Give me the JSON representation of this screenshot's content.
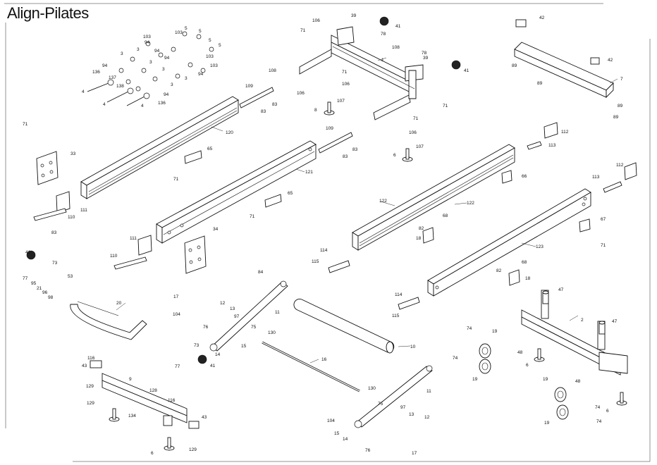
{
  "title": "Align-Pilates",
  "labels": [
    {
      "id": "l5a",
      "text": "5"
    },
    {
      "id": "l5b",
      "text": "5"
    },
    {
      "id": "l5c",
      "text": "5"
    },
    {
      "id": "l5d",
      "text": "5"
    },
    {
      "id": "l103a",
      "text": "103"
    },
    {
      "id": "l103b",
      "text": "103"
    },
    {
      "id": "l103c",
      "text": "103"
    },
    {
      "id": "l103d",
      "text": "103"
    },
    {
      "id": "l94a",
      "text": "94"
    },
    {
      "id": "l94b",
      "text": "94"
    },
    {
      "id": "l94c",
      "text": "94"
    },
    {
      "id": "l94d",
      "text": "94"
    },
    {
      "id": "l94e",
      "text": "94"
    },
    {
      "id": "l94f",
      "text": "94"
    },
    {
      "id": "l3a",
      "text": "3"
    },
    {
      "id": "l3b",
      "text": "3"
    },
    {
      "id": "l3c",
      "text": "3"
    },
    {
      "id": "l3d",
      "text": "3"
    },
    {
      "id": "l3e",
      "text": "3"
    },
    {
      "id": "l3f",
      "text": "3"
    },
    {
      "id": "l136a",
      "text": "136"
    },
    {
      "id": "l136b",
      "text": "136"
    },
    {
      "id": "l137",
      "text": "137"
    },
    {
      "id": "l138",
      "text": "138"
    },
    {
      "id": "l4a",
      "text": "4"
    },
    {
      "id": "l4b",
      "text": "4"
    },
    {
      "id": "l4c",
      "text": "4"
    },
    {
      "id": "l106a",
      "text": "106"
    },
    {
      "id": "l106b",
      "text": "106"
    },
    {
      "id": "l106c",
      "text": "106"
    },
    {
      "id": "l106d",
      "text": "106"
    },
    {
      "id": "l39a",
      "text": "39"
    },
    {
      "id": "l39b",
      "text": "39"
    },
    {
      "id": "l78a",
      "text": "78"
    },
    {
      "id": "l78b",
      "text": "78"
    },
    {
      "id": "l41a",
      "text": "41"
    },
    {
      "id": "l41b",
      "text": "41"
    },
    {
      "id": "l41c",
      "text": "41"
    },
    {
      "id": "l41d",
      "text": "41"
    },
    {
      "id": "l71a",
      "text": "71"
    },
    {
      "id": "l71b",
      "text": "71"
    },
    {
      "id": "l71c",
      "text": "71"
    },
    {
      "id": "l71d",
      "text": "71"
    },
    {
      "id": "l71e",
      "text": "71"
    },
    {
      "id": "l71f",
      "text": "71"
    },
    {
      "id": "l71g",
      "text": "71"
    },
    {
      "id": "l71h",
      "text": "71"
    },
    {
      "id": "l1",
      "text": "1"
    },
    {
      "id": "l42a",
      "text": "42"
    },
    {
      "id": "l42b",
      "text": "42"
    },
    {
      "id": "l7",
      "text": "7"
    },
    {
      "id": "l89a",
      "text": "89"
    },
    {
      "id": "l89b",
      "text": "89"
    },
    {
      "id": "l89c",
      "text": "89"
    },
    {
      "id": "l89d",
      "text": "89"
    },
    {
      "id": "l108a",
      "text": "108"
    },
    {
      "id": "l108b",
      "text": "108"
    },
    {
      "id": "l109a",
      "text": "109"
    },
    {
      "id": "l109b",
      "text": "109"
    },
    {
      "id": "l83a",
      "text": "83"
    },
    {
      "id": "l83b",
      "text": "83"
    },
    {
      "id": "l83c",
      "text": "83"
    },
    {
      "id": "l83d",
      "text": "83"
    },
    {
      "id": "l83e",
      "text": "83"
    },
    {
      "id": "l107a",
      "text": "107"
    },
    {
      "id": "l107b",
      "text": "107"
    },
    {
      "id": "l8",
      "text": "8"
    },
    {
      "id": "l6a",
      "text": "6"
    },
    {
      "id": "l120",
      "text": "120"
    },
    {
      "id": "l121",
      "text": "121"
    },
    {
      "id": "l122a",
      "text": "122"
    },
    {
      "id": "l122b",
      "text": "122"
    },
    {
      "id": "l123",
      "text": "123"
    },
    {
      "id": "l65a",
      "text": "65"
    },
    {
      "id": "l65b",
      "text": "65"
    },
    {
      "id": "l66",
      "text": "66"
    },
    {
      "id": "l67",
      "text": "67"
    },
    {
      "id": "l33",
      "text": "33"
    },
    {
      "id": "l34",
      "text": "34"
    },
    {
      "id": "l110a",
      "text": "110"
    },
    {
      "id": "l110b",
      "text": "110"
    },
    {
      "id": "l111a",
      "text": "111"
    },
    {
      "id": "l111b",
      "text": "111"
    },
    {
      "id": "l112a",
      "text": "112"
    },
    {
      "id": "l112b",
      "text": "112"
    },
    {
      "id": "l113a",
      "text": "113"
    },
    {
      "id": "l113b",
      "text": "113"
    },
    {
      "id": "l84",
      "text": "84"
    },
    {
      "id": "l114a",
      "text": "114"
    },
    {
      "id": "l114b",
      "text": "114"
    },
    {
      "id": "l115a",
      "text": "115"
    },
    {
      "id": "l115b",
      "text": "115"
    },
    {
      "id": "l68a",
      "text": "68"
    },
    {
      "id": "l68b",
      "text": "68"
    },
    {
      "id": "l82a",
      "text": "82"
    },
    {
      "id": "l82b",
      "text": "82"
    },
    {
      "id": "l18a",
      "text": "18"
    },
    {
      "id": "l18b",
      "text": "18"
    },
    {
      "id": "l73a",
      "text": "73"
    },
    {
      "id": "l73b",
      "text": "73"
    },
    {
      "id": "l77a",
      "text": "77"
    },
    {
      "id": "l77b",
      "text": "77"
    },
    {
      "id": "l95",
      "text": "95"
    },
    {
      "id": "l96",
      "text": "96"
    },
    {
      "id": "l98",
      "text": "98"
    },
    {
      "id": "l53",
      "text": "53"
    },
    {
      "id": "l21",
      "text": "21"
    },
    {
      "id": "l20",
      "text": "20"
    },
    {
      "id": "l17a",
      "text": "17"
    },
    {
      "id": "l17b",
      "text": "17"
    },
    {
      "id": "l104a",
      "text": "104"
    },
    {
      "id": "l104b",
      "text": "104"
    },
    {
      "id": "l12a",
      "text": "12"
    },
    {
      "id": "l12b",
      "text": "12"
    },
    {
      "id": "l13a",
      "text": "13"
    },
    {
      "id": "l13b",
      "text": "13"
    },
    {
      "id": "l97a",
      "text": "97"
    },
    {
      "id": "l97b",
      "text": "97"
    },
    {
      "id": "l11a",
      "text": "11"
    },
    {
      "id": "l11b",
      "text": "11"
    },
    {
      "id": "l75a",
      "text": "75"
    },
    {
      "id": "l75b",
      "text": "75"
    },
    {
      "id": "l130a",
      "text": "130"
    },
    {
      "id": "l130b",
      "text": "130"
    },
    {
      "id": "l14a",
      "text": "14"
    },
    {
      "id": "l14b",
      "text": "14"
    },
    {
      "id": "l15a",
      "text": "15"
    },
    {
      "id": "l15b",
      "text": "15"
    },
    {
      "id": "l76a",
      "text": "76"
    },
    {
      "id": "l76b",
      "text": "76"
    },
    {
      "id": "l10",
      "text": "10"
    },
    {
      "id": "l16",
      "text": "16"
    },
    {
      "id": "l47a",
      "text": "47"
    },
    {
      "id": "l47b",
      "text": "47"
    },
    {
      "id": "l2",
      "text": "2"
    },
    {
      "id": "l74a",
      "text": "74"
    },
    {
      "id": "l74b",
      "text": "74"
    },
    {
      "id": "l74c",
      "text": "74"
    },
    {
      "id": "l74d",
      "text": "74"
    },
    {
      "id": "l19a",
      "text": "19"
    },
    {
      "id": "l19b",
      "text": "19"
    },
    {
      "id": "l19c",
      "text": "19"
    },
    {
      "id": "l19d",
      "text": "19"
    },
    {
      "id": "l48a",
      "text": "48"
    },
    {
      "id": "l48b",
      "text": "48"
    },
    {
      "id": "l6b",
      "text": "6"
    },
    {
      "id": "l6c",
      "text": "6"
    },
    {
      "id": "l6d",
      "text": "6"
    },
    {
      "id": "l116a",
      "text": "116"
    },
    {
      "id": "l116b",
      "text": "116"
    },
    {
      "id": "l9",
      "text": "9"
    },
    {
      "id": "l128",
      "text": "128"
    },
    {
      "id": "l129a",
      "text": "129"
    },
    {
      "id": "l129b",
      "text": "129"
    },
    {
      "id": "l129c",
      "text": "129"
    },
    {
      "id": "l134",
      "text": "134"
    },
    {
      "id": "l43a",
      "text": "43"
    },
    {
      "id": "l43b",
      "text": "43"
    }
  ]
}
